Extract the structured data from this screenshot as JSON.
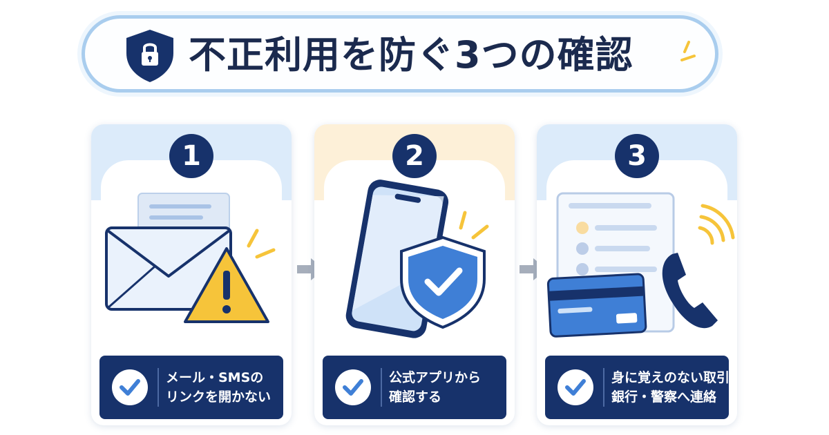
{
  "header": {
    "title": "不正利用を防ぐ3つの確認",
    "icon": "shield-lock-icon"
  },
  "steps": [
    {
      "number": "1",
      "caption_line1": "メール・SMSの",
      "caption_line2": "リンクを開かない",
      "top_color": "#dcebfa",
      "illustration": "envelope-warning-icon"
    },
    {
      "number": "2",
      "caption_line1": "公式アプリから",
      "caption_line2": "確認する",
      "top_color": "#fdf0d8",
      "illustration": "smartphone-shield-icon"
    },
    {
      "number": "3",
      "caption_line1": "身に覚えのない取引は",
      "caption_line2": "銀行・警察へ連絡",
      "top_color": "#dcebfa",
      "illustration": "statement-card-phone-icon"
    }
  ],
  "colors": {
    "navy": "#17326b",
    "blue": "#3f7fd6",
    "yellow": "#f6c43a",
    "pill_border": "#a9cdee"
  }
}
